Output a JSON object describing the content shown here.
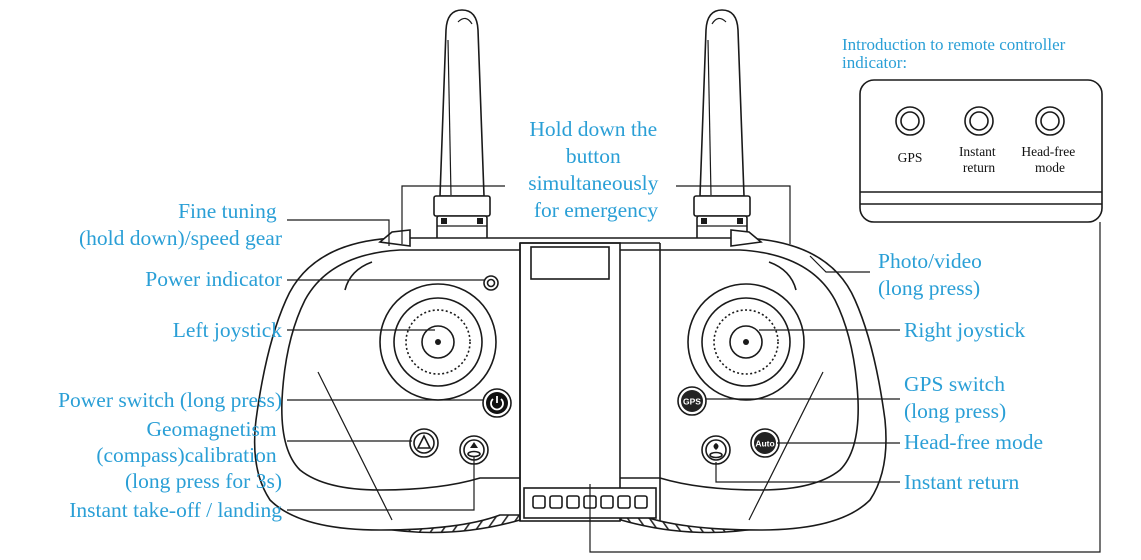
{
  "figure": {
    "labels": {
      "fine_tuning": [
        "Fine tuning",
        "(hold down)/speed gear"
      ],
      "power_indicator": [
        "Power indicator"
      ],
      "left_joystick": [
        "Left joystick"
      ],
      "power_switch": [
        "Power switch (long press)"
      ],
      "geomagnetism": [
        "Geomagnetism",
        "(compass)calibration",
        "(long press for 3s)"
      ],
      "takeoff_landing": [
        "Instant take-off / landing"
      ],
      "emergency": [
        "Hold down the",
        "button",
        "simultaneously",
        "for emergency"
      ],
      "photo_video": [
        "Photo/video",
        "(long press)"
      ],
      "right_joystick": [
        "Right joystick"
      ],
      "gps_switch": [
        "GPS switch",
        "(long press)"
      ],
      "head_free_mode": [
        "Head-free mode"
      ],
      "instant_return": [
        "Instant return"
      ]
    },
    "indicator_panel": {
      "title": [
        "Introduction to remote controller",
        "indicator:"
      ],
      "indicators": [
        {
          "name": "gps-indicator",
          "label": [
            "GPS"
          ]
        },
        {
          "name": "instant-return-indicator",
          "label": [
            "Instant",
            "return"
          ]
        },
        {
          "name": "head-free-mode-indicator",
          "label": [
            "Head-free",
            "mode"
          ]
        }
      ]
    },
    "button_glyphs": {
      "gps": "GPS",
      "auto": "Auto"
    },
    "colors": {
      "label": "#2a9fd6",
      "ink": "#1a1a1a"
    }
  }
}
